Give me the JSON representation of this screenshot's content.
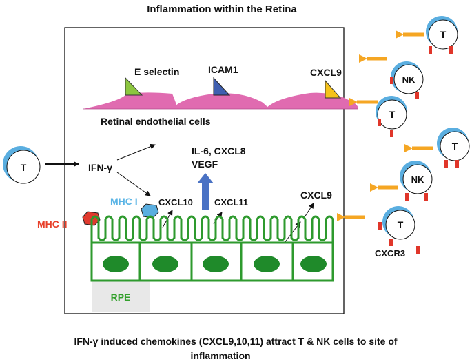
{
  "title": "Inflammation within the Retina",
  "caption_line1": "IFN-γ induced chemokines (CXCL9,10,11) attract T & NK cells to site of",
  "caption_line2": "inflammation",
  "labels": {
    "e_selectin": "E selectin",
    "icam1": "ICAM1",
    "cxcl9_top": "CXCL9",
    "retinal_endothelial_cells": "Retinal endothelial cells",
    "ifn_gamma": "IFN-γ",
    "il6_cxcl8": "IL-6, CXCL8",
    "vegf": "VEGF",
    "mhc_i": "MHC I",
    "mhc_ii": "MHC II",
    "cxcl10": "CXCL10",
    "cxcl11": "CXCL11",
    "cxcl9_rpe": "CXCL9",
    "rpe": "RPE",
    "cxcr3": "CXCR3"
  },
  "cells": {
    "t": "T",
    "nk": "NK"
  },
  "colors": {
    "endothelial": "#e06bb0",
    "e_selectin": "#8cc63f",
    "icam1": "#3f5fb0",
    "cxcl9": "#f5c21b",
    "rpe_green": "#2e9a2e",
    "rpe_nucleus": "#1f8a2a",
    "rpe_label": "#33a02c",
    "mhc_i": "#5aaee0",
    "mhc_ii": "#e03a2e",
    "mhc_i_label": "#5ab4e5",
    "mhc_ii_label": "#e8402a",
    "vegf_arrow": "#4a72c4",
    "orange_arrow": "#f5a623",
    "cell_blue": "#5aaee0",
    "receptor_red": "#e0362a",
    "rpe_box": "#e8e8e8"
  }
}
